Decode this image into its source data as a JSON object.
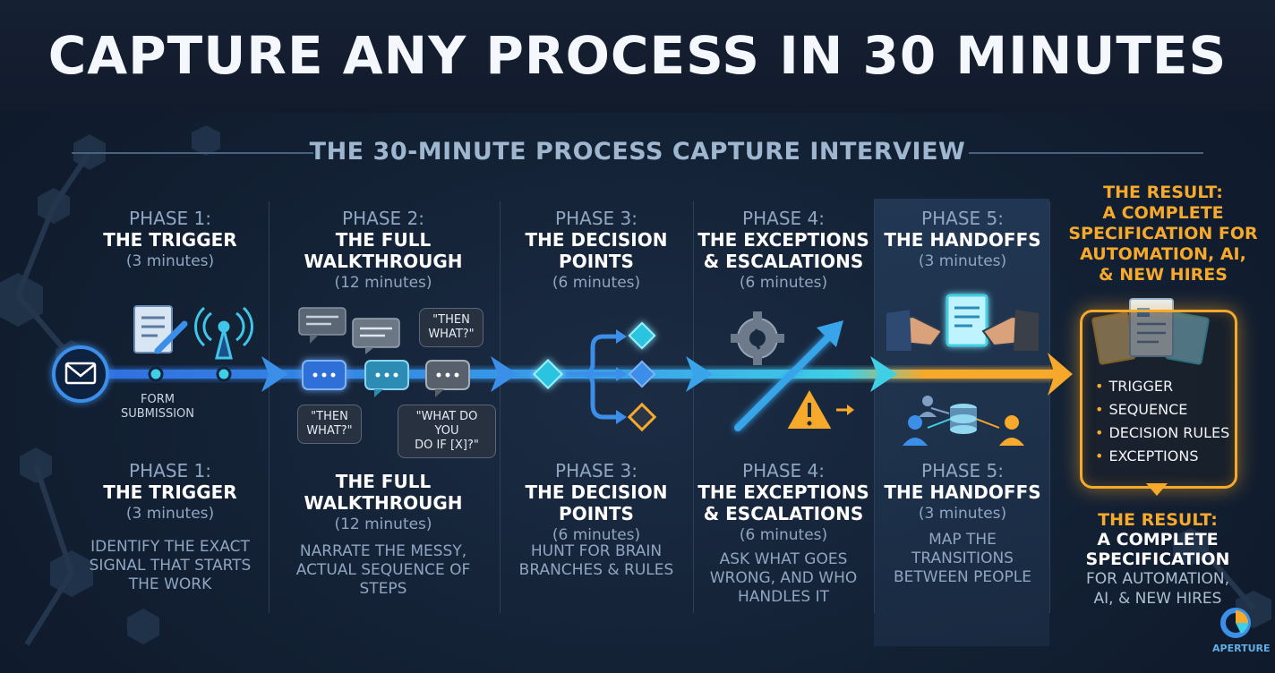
{
  "title": "CAPTURE ANY PROCESS IN 30 MINUTES",
  "subtitle": "THE 30-MINUTE PROCESS CAPTURE INTERVIEW",
  "phases": [
    {
      "label": "PHASE 1:",
      "name_lines": [
        "THE TRIGGER"
      ],
      "duration": "(3 minutes)",
      "bottom_label": "PHASE 1:",
      "bottom_name_lines": [
        "THE TRIGGER"
      ],
      "bottom_duration": "(3 minutes)",
      "desc_lines": [
        "IDENTIFY THE EXACT",
        "SIGNAL THAT STARTS",
        "THE WORK"
      ],
      "icon_caption_lines": [
        "FORM",
        "SUBMISSION"
      ]
    },
    {
      "label": "PHASE 2:",
      "name_lines": [
        "THE FULL",
        "WALKTHROUGH"
      ],
      "duration": "(12 minutes)",
      "bottom_name_lines": [
        "THE FULL",
        "WALKTHROUGH"
      ],
      "bottom_duration": "(12 minutes)",
      "desc_lines": [
        "NARRATE THE MESSY,",
        "ACTUAL SEQUENCE OF",
        "STEPS"
      ],
      "bubbles": [
        {
          "lines": [
            "\"THEN",
            "WHAT?\""
          ]
        },
        {
          "lines": [
            "\"THEN",
            "WHAT?\""
          ]
        },
        {
          "lines": [
            "\"WHAT DO YOU",
            "DO IF [X]?\""
          ]
        }
      ]
    },
    {
      "label": "PHASE 3:",
      "name_lines": [
        "THE DECISION",
        "POINTS"
      ],
      "duration": "(6 minutes)",
      "bottom_label": "PHASE 3:",
      "bottom_name_lines": [
        "THE DECISION",
        "POINTS"
      ],
      "bottom_duration": "(6 minutes)",
      "desc_lines": [
        "HUNT FOR BRAIN",
        "BRANCHES & RULES"
      ]
    },
    {
      "label": "PHASE 4:",
      "name_lines": [
        "THE EXCEPTIONS",
        "& ESCALATIONS"
      ],
      "duration": "(6 minutes)",
      "bottom_label": "PHASE 4:",
      "bottom_name_lines": [
        "THE EXCEPTIONS",
        "& ESCALATIONS"
      ],
      "bottom_duration": "(6 minutes)",
      "desc_lines": [
        "ASK WHAT GOES",
        "WRONG, AND WHO",
        "HANDLES IT"
      ]
    },
    {
      "label": "PHASE 5:",
      "name_lines": [
        "THE HANDOFFS"
      ],
      "duration": "(3 minutes)",
      "bottom_label": "PHASE 5:",
      "bottom_name_lines": [
        "THE HANDOFFS"
      ],
      "bottom_duration": "(3 minutes)",
      "desc_lines": [
        "MAP THE",
        "TRANSITIONS",
        "BETWEEN PEOPLE"
      ]
    }
  ],
  "result": {
    "top_lines": [
      "THE RESULT:",
      "A COMPLETE",
      "SPECIFICATION FOR",
      "AUTOMATION, AI,",
      "& NEW HIRES"
    ],
    "items": [
      "TRIGGER",
      "SEQUENCE",
      "DECISION RULES",
      "EXCEPTIONS"
    ],
    "bottom_title": "THE RESULT:",
    "bottom_lines_bold": [
      "A COMPLETE",
      "SPECIFICATION"
    ],
    "bottom_lines": [
      "FOR AUTOMATION,",
      "AI, & NEW HIRES"
    ]
  },
  "logo_text": "APERTURE",
  "colors": {
    "accent_blue": "#3b8fe8",
    "accent_cyan": "#3fd0e6",
    "accent_orange": "#f6a92b",
    "background": "#142236"
  },
  "icons": [
    "envelope-icon",
    "form-document-icon",
    "antenna-icon",
    "chat-bubble-icon",
    "diamond-icon",
    "gear-icon",
    "warning-icon",
    "handshake-document-icon",
    "people-network-icon",
    "documents-stack-icon"
  ]
}
